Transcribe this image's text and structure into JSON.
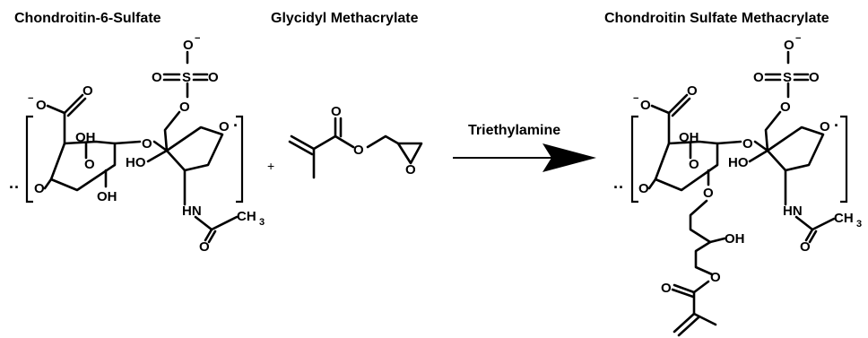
{
  "titles": {
    "reactant1": "Chondroitin-6-Sulfate",
    "reactant2": "Glycidyl Methacrylate",
    "product": "Chondroitin Sulfate Methacrylate"
  },
  "reagent": "Triethylamine",
  "plus": "+",
  "atoms": {
    "o_minus": "O",
    "minus": "−",
    "o": "O",
    "s": "S",
    "oh": "OH",
    "ho": "HO",
    "hn": "HN",
    "ch": "CH",
    "three": "3"
  }
}
